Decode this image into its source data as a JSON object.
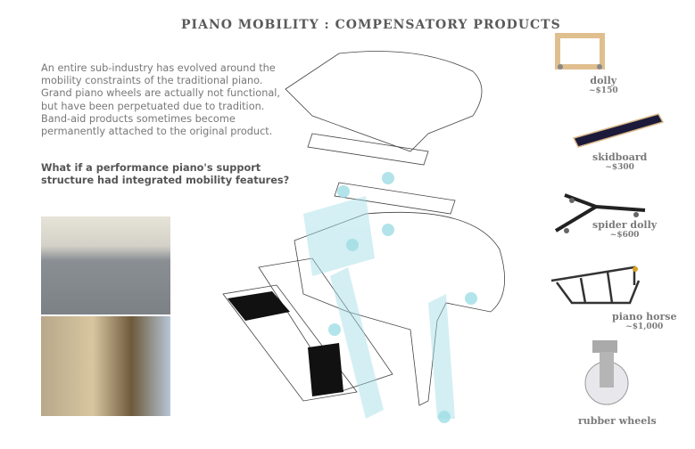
{
  "title": "PIANO MOBILITY : COMPENSATORY PRODUCTS",
  "intro": "An entire sub-industry has evolved around the mobility constraints of the traditional piano. Grand piano wheels are actually not functional, but have been perpetuated due to tradition. Band-aid products sometimes become permanently attached to the original product.",
  "question": "What if a performance piano's support structure had integrated mobility features?",
  "products": [
    {
      "name": "dolly",
      "price": "~$150"
    },
    {
      "name": "skidboard",
      "price": "~$300"
    },
    {
      "name": "spider dolly",
      "price": "~$600"
    },
    {
      "name": "piano horse",
      "price": "~$1,000"
    },
    {
      "name": "rubber wheels"
    }
  ],
  "colors": {
    "accent": "#9fdde6",
    "text": "#777777"
  }
}
